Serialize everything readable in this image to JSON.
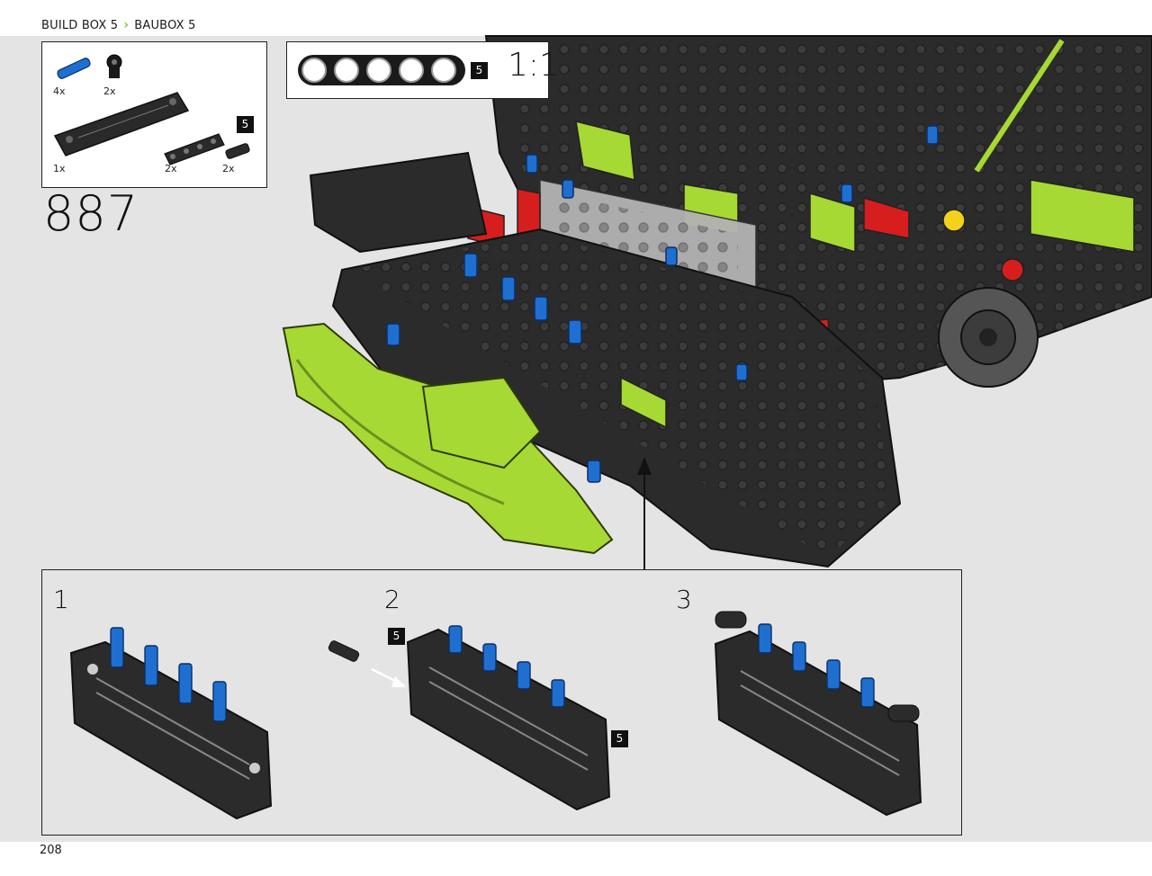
{
  "header": {
    "box_en": "BUILD BOX 5",
    "box_de": "BAUBOX 5"
  },
  "parts_list": {
    "items": [
      {
        "qty": "4x",
        "color": "#1f6fd1",
        "icon": "blue-pin-icon"
      },
      {
        "qty": "2x",
        "color": "#1a1a1a",
        "icon": "black-connector-icon"
      },
      {
        "qty": "1x",
        "color": "#2a2a2a",
        "icon": "black-panel-icon"
      },
      {
        "qty": "2x",
        "color": "#2a2a2a",
        "icon": "black-beam-5-icon"
      },
      {
        "qty": "2x",
        "color": "#2a2a2a",
        "icon": "black-axle-connector-icon"
      }
    ],
    "beam_length_badge": "5"
  },
  "step": {
    "number": "887"
  },
  "scale_indicator": {
    "badge": "5",
    "label": "1:1"
  },
  "sub_steps": [
    {
      "number": "1"
    },
    {
      "number": "2",
      "badges": [
        "5",
        "5"
      ]
    },
    {
      "number": "3"
    }
  ],
  "page": {
    "number": "208"
  },
  "colors": {
    "lime": "#a6d934",
    "black_part": "#2b2b2b",
    "blue_pin": "#1f6fd1",
    "red_part": "#d71e1e",
    "grey_part": "#b3b3b3",
    "accent_chevron": "#8cc63f"
  }
}
